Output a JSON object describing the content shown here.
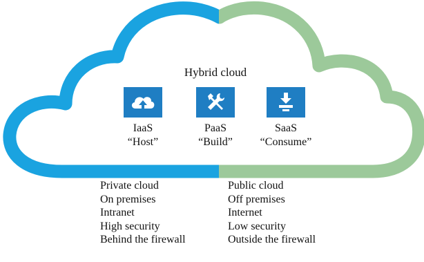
{
  "title": "Hybrid cloud",
  "services": [
    {
      "name": "IaaS",
      "role": "“Host”",
      "icon": "cloud-upload-icon"
    },
    {
      "name": "PaaS",
      "role": "“Build”",
      "icon": "tools-icon"
    },
    {
      "name": "SaaS",
      "role": "“Consume”",
      "icon": "download-monitor-icon"
    }
  ],
  "private": [
    "Private cloud",
    "On premises",
    "Intranet",
    "High security",
    "Behind the firewall"
  ],
  "public": [
    "Public cloud",
    "Off premises",
    "Internet",
    "Low security",
    "Outside the firewall"
  ],
  "colors": {
    "private_cloud": "#1aa3e0",
    "public_cloud": "#9cc99a",
    "icon_tile": "#1f7ec3"
  }
}
